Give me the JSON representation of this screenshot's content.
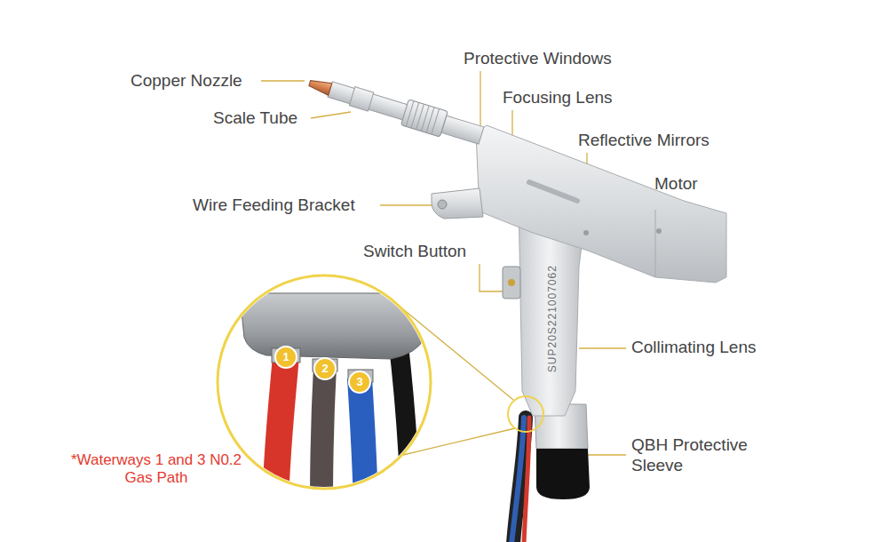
{
  "diagram": {
    "labels": [
      "Copper Nozzle",
      "Scale Tube",
      "Protective Windows",
      "Focusing Lens",
      "Reflective Mirrors",
      "Motor",
      "Wire Feeding Bracket",
      "Switch Button",
      "Collimating Lens",
      "QBH Protective Sleeve",
      "SUP20S221007062",
      "1",
      "2",
      "3",
      "*Waterways 1 and 3 N0.2 Gas Path"
    ]
  }
}
